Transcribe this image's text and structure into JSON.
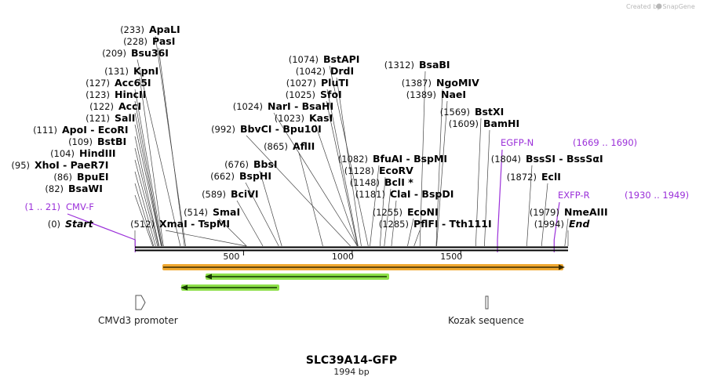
{
  "credit": "Created by SnapGene",
  "plasmid": {
    "name": "SLC39A14-GFP",
    "length": "1994 bp",
    "total_bp": 1994
  },
  "ruler": [
    {
      "bp": 500,
      "label": "500"
    },
    {
      "bp": 1000,
      "label": "1000"
    },
    {
      "bp": 1500,
      "label": "1500"
    }
  ],
  "sites": [
    {
      "pos": "(233)",
      "name": "ApaLI",
      "bp": 233
    },
    {
      "pos": "(228)",
      "name": "PasI",
      "bp": 228
    },
    {
      "pos": "(209)",
      "name": "Bsu36I",
      "bp": 209
    },
    {
      "pos": "(131)",
      "name": "KpnI",
      "bp": 131
    },
    {
      "pos": "(127)",
      "name": "Acc65I",
      "bp": 127
    },
    {
      "pos": "(123)",
      "name": "HincII",
      "bp": 123
    },
    {
      "pos": "(122)",
      "name": "AccI",
      "bp": 122
    },
    {
      "pos": "(121)",
      "name": "SalI",
      "bp": 121
    },
    {
      "pos": "(111)",
      "name": "ApoI  -  EcoRI",
      "bp": 111
    },
    {
      "pos": "(109)",
      "name": "BstBI",
      "bp": 109
    },
    {
      "pos": "(104)",
      "name": "HindIII",
      "bp": 104
    },
    {
      "pos": "(95)",
      "name": "XhoI  -  PaeR7I",
      "bp": 95
    },
    {
      "pos": "(86)",
      "name": "BpuEI",
      "bp": 86
    },
    {
      "pos": "(82)",
      "name": "BsaWI",
      "bp": 82
    },
    {
      "pos": "(0)",
      "name": "Start",
      "bp": 0,
      "italic": true
    },
    {
      "pos": "(512)",
      "name": "XmaI  -  TspMI",
      "bp": 512
    },
    {
      "pos": "(514)",
      "name": "SmaI",
      "bp": 514
    },
    {
      "pos": "(589)",
      "name": "BciVI",
      "bp": 589
    },
    {
      "pos": "(662)",
      "name": "BspHI",
      "bp": 662
    },
    {
      "pos": "(676)",
      "name": "BbsI",
      "bp": 676
    },
    {
      "pos": "(865)",
      "name": "AflII",
      "bp": 865
    },
    {
      "pos": "(992)",
      "name": "BbvCI  -  Bpu10I",
      "bp": 992
    },
    {
      "pos": "(1023)",
      "name": "KasI",
      "bp": 1023
    },
    {
      "pos": "(1024)",
      "name": "NarI  -  BsaHI",
      "bp": 1024
    },
    {
      "pos": "(1025)",
      "name": "SfoI",
      "bp": 1025
    },
    {
      "pos": "(1027)",
      "name": "PluTI",
      "bp": 1027
    },
    {
      "pos": "(1042)",
      "name": "DrdI",
      "bp": 1042
    },
    {
      "pos": "(1074)",
      "name": "BstAPI",
      "bp": 1074
    },
    {
      "pos": "(1312)",
      "name": "BsaBI",
      "bp": 1312
    },
    {
      "pos": "(1387)",
      "name": "NgoMIV",
      "bp": 1387
    },
    {
      "pos": "(1389)",
      "name": "NaeI",
      "bp": 1389
    },
    {
      "pos": "(1569)",
      "name": "BstXI",
      "bp": 1569
    },
    {
      "pos": "(1609)",
      "name": "BamHI",
      "bp": 1609
    },
    {
      "pos": "(1082)",
      "name": "BfuAI  -  BspMI",
      "bp": 1082
    },
    {
      "pos": "(1128)",
      "name": "EcoRV",
      "bp": 1128
    },
    {
      "pos": "(1148)",
      "name": "BclI *",
      "bp": 1148
    },
    {
      "pos": "(1181)",
      "name": "ClaI  -  BspDI",
      "bp": 1181
    },
    {
      "pos": "(1255)",
      "name": "EcoNI",
      "bp": 1255
    },
    {
      "pos": "(1285)",
      "name": "PflFI  -  Tth111I",
      "bp": 1285
    },
    {
      "pos": "(1804)",
      "name": "BssSI  -  BssSαI",
      "bp": 1804
    },
    {
      "pos": "(1872)",
      "name": "EclI",
      "bp": 1872
    },
    {
      "pos": "(1979)",
      "name": "NmeAIII",
      "bp": 1979
    },
    {
      "pos": "(1994)",
      "name": "End",
      "bp": 1994,
      "italic": true
    }
  ],
  "primers": [
    {
      "range": "(1 .. 21)",
      "name": "CMV-F",
      "bp": 1,
      "color": "#9b30d9"
    },
    {
      "range": "(1669 .. 1690)",
      "name": "EGFP-N",
      "bp": 1669,
      "color": "#9b30d9"
    },
    {
      "range": "(1930 .. 1949)",
      "name": "EXFP-R",
      "bp": 1930,
      "color": "#9b30d9"
    }
  ],
  "features": [
    {
      "name": "CMVd3 promoter",
      "bp": 0,
      "color": "#ffffff"
    },
    {
      "name": "Kozak sequence",
      "bp": 1662,
      "color": "#ffffff"
    }
  ],
  "colors": {
    "orf_orange": "#f0a830",
    "orf_green": "#8ee04a",
    "primer": "#9b30d9",
    "backbone": "#000000"
  }
}
